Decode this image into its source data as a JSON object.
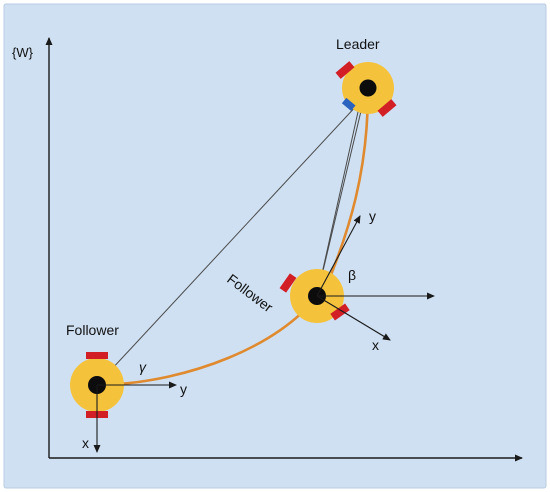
{
  "colors": {
    "background": "#cfe0f2",
    "frame": "#b9cbe0",
    "axis": "#1a1a1a",
    "robot_body": "#f5c23c",
    "robot_center": "#0c0c0c",
    "wheel": "#d21f25",
    "sensor": "#2b62c0",
    "trajectory": "#e08a2f",
    "link_line": "#4a4a4a"
  },
  "labels": {
    "world_frame": "{W}",
    "leader": "Leader",
    "follower_left": "Follower",
    "follower_mid": "Follower",
    "gamma": "γ",
    "beta": "β",
    "axis_y_left": "y",
    "axis_x_left": "x",
    "axis_y_mid": "y",
    "axis_x_mid": "x"
  },
  "icons": {
    "robot": "wheeled-robot-icon"
  }
}
